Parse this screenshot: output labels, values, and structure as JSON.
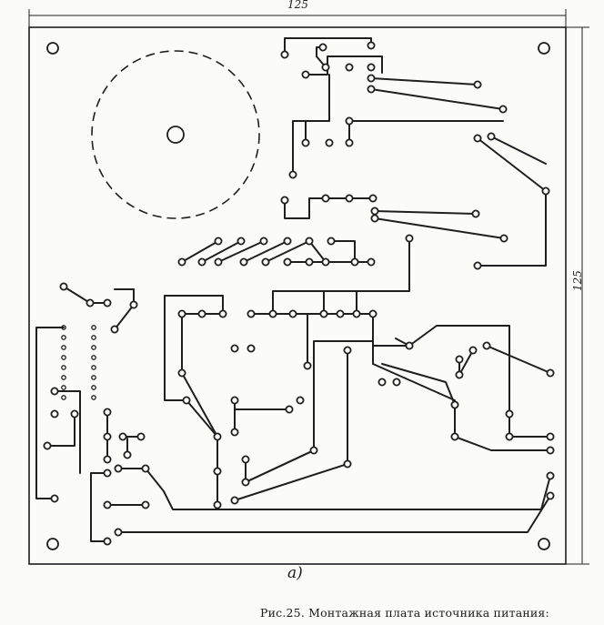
{
  "dimensions": {
    "width_label": "125",
    "height_label": "125"
  },
  "figure_label": "а)",
  "caption": "Рис.25. Монтажная плата источника питания:"
}
